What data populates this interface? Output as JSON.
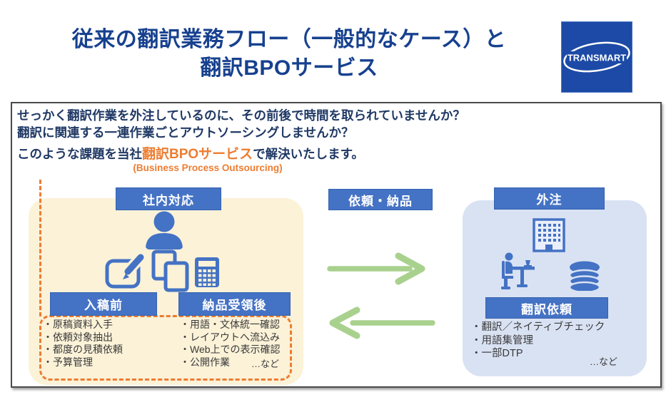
{
  "header": {
    "title_line1": "従来の翻訳業務フロー（一般的なケース）と",
    "title_line2": "翻訳BPOサービス",
    "logo_text": "TRANSMART"
  },
  "intro": {
    "line1": "せっかく翻訳作業を外注しているのに、その前後で時間を取られていませんか？",
    "line2": "翻訳に関連する一連作業ごとアウトソーシングしませんか？",
    "line3_prefix": "このような課題を当社",
    "line3_highlight": "翻訳BPOサービス",
    "line3_suffix": "で解決いたします。",
    "line4": "(Business Process Outsourcing)"
  },
  "inhouse": {
    "header": "社内対応",
    "pre_submission": {
      "header": "入稿前",
      "items": [
        "・原稿資料入手",
        "・依頼対象抽出",
        "・都度の見積依頼",
        "・予算管理"
      ]
    },
    "post_delivery": {
      "header": "納品受領後",
      "items": [
        "・用語・文体統一確認",
        "・レイアウトへ流込み",
        "・Web上での表示確認",
        "・公開作業"
      ],
      "etc": "…など"
    }
  },
  "flow": {
    "header": "依頼・納品"
  },
  "outsourcing": {
    "header": "外注",
    "request": {
      "header": "翻訳依頼",
      "items": [
        "・翻訳／ネイティブチェック",
        "・用語集管理",
        "・一部DTP"
      ],
      "etc": "…など"
    }
  },
  "colors": {
    "title_blue": "#17418f",
    "body_navy": "#1f3864",
    "accent_blue": "#4472c4",
    "highlight_orange": "#ed7d31",
    "arrow_green": "#a9d18e",
    "panel_beige": "#fbf2d8",
    "panel_light_blue": "#d9e2f3",
    "logo_blue": "#1c4aa6"
  }
}
